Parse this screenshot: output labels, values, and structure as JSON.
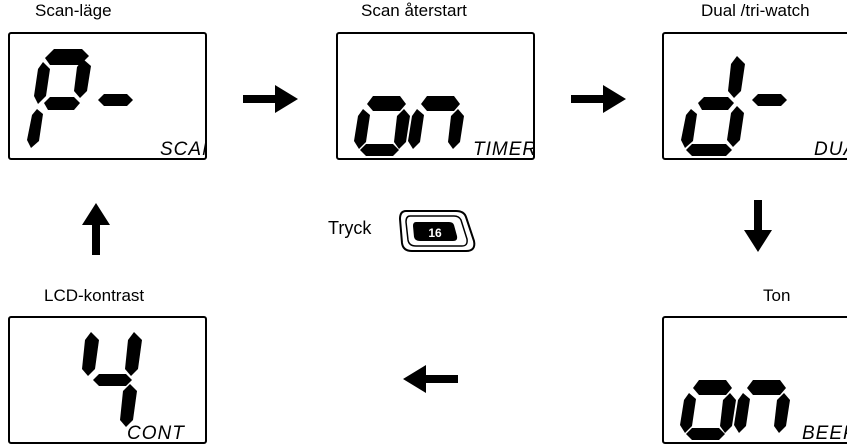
{
  "panels": {
    "scan_mode": {
      "title": "Scan-läge",
      "value": "P-",
      "unit": "SCAN"
    },
    "scan_restart": {
      "title": "Scan återstart",
      "value": "on",
      "unit": "TIMER"
    },
    "dual_watch": {
      "title": "Dual /tri-watch",
      "value": "d-",
      "unit": "DUAL"
    },
    "tone": {
      "title": "Ton",
      "value": "on",
      "unit": "BEEP"
    },
    "lcd_contrast": {
      "title": "LCD-kontrast",
      "value": "4",
      "unit": "CONT"
    }
  },
  "press": {
    "label": "Tryck",
    "key": "16"
  }
}
